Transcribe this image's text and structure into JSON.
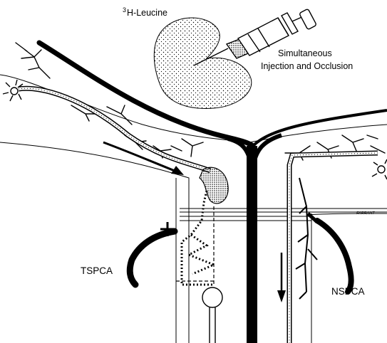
{
  "labels": {
    "tracer_sup": "3",
    "tracer_main": "H-Leucine",
    "procedure_line1": "Simultaneous",
    "procedure_line2": "Injection and Occlusion",
    "left_vessel": "TSPCA",
    "right_vessel": "NSPCA",
    "signature": "FARRANT"
  },
  "colors": {
    "ink": "#000000",
    "paper": "#ffffff"
  }
}
